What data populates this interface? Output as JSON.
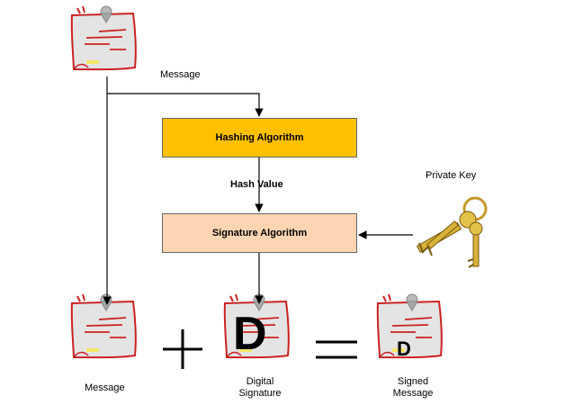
{
  "labels": {
    "message_top": "Message",
    "hashing_algorithm": "Hashing Algorithm",
    "hash_value": "Hash Value",
    "signature_algorithm": "Signature Algorithm",
    "private_key": "Private Key",
    "message_bottom": "Message",
    "digital_signature": "Digital\nSignature",
    "signed_message": "Signed\nMessage"
  },
  "glyphs": {
    "signature_letter": "D",
    "signed_letter": "D",
    "plus": "+",
    "equals": "="
  },
  "colors": {
    "hashing_fill": "#ffc000",
    "signature_fill": "#fdd5b2",
    "note_fill": "#e4e4e4",
    "note_border": "#cc2222",
    "key_gold": "#d8b23a"
  },
  "icons": [
    "note-message-icon",
    "key-ring-icon"
  ]
}
